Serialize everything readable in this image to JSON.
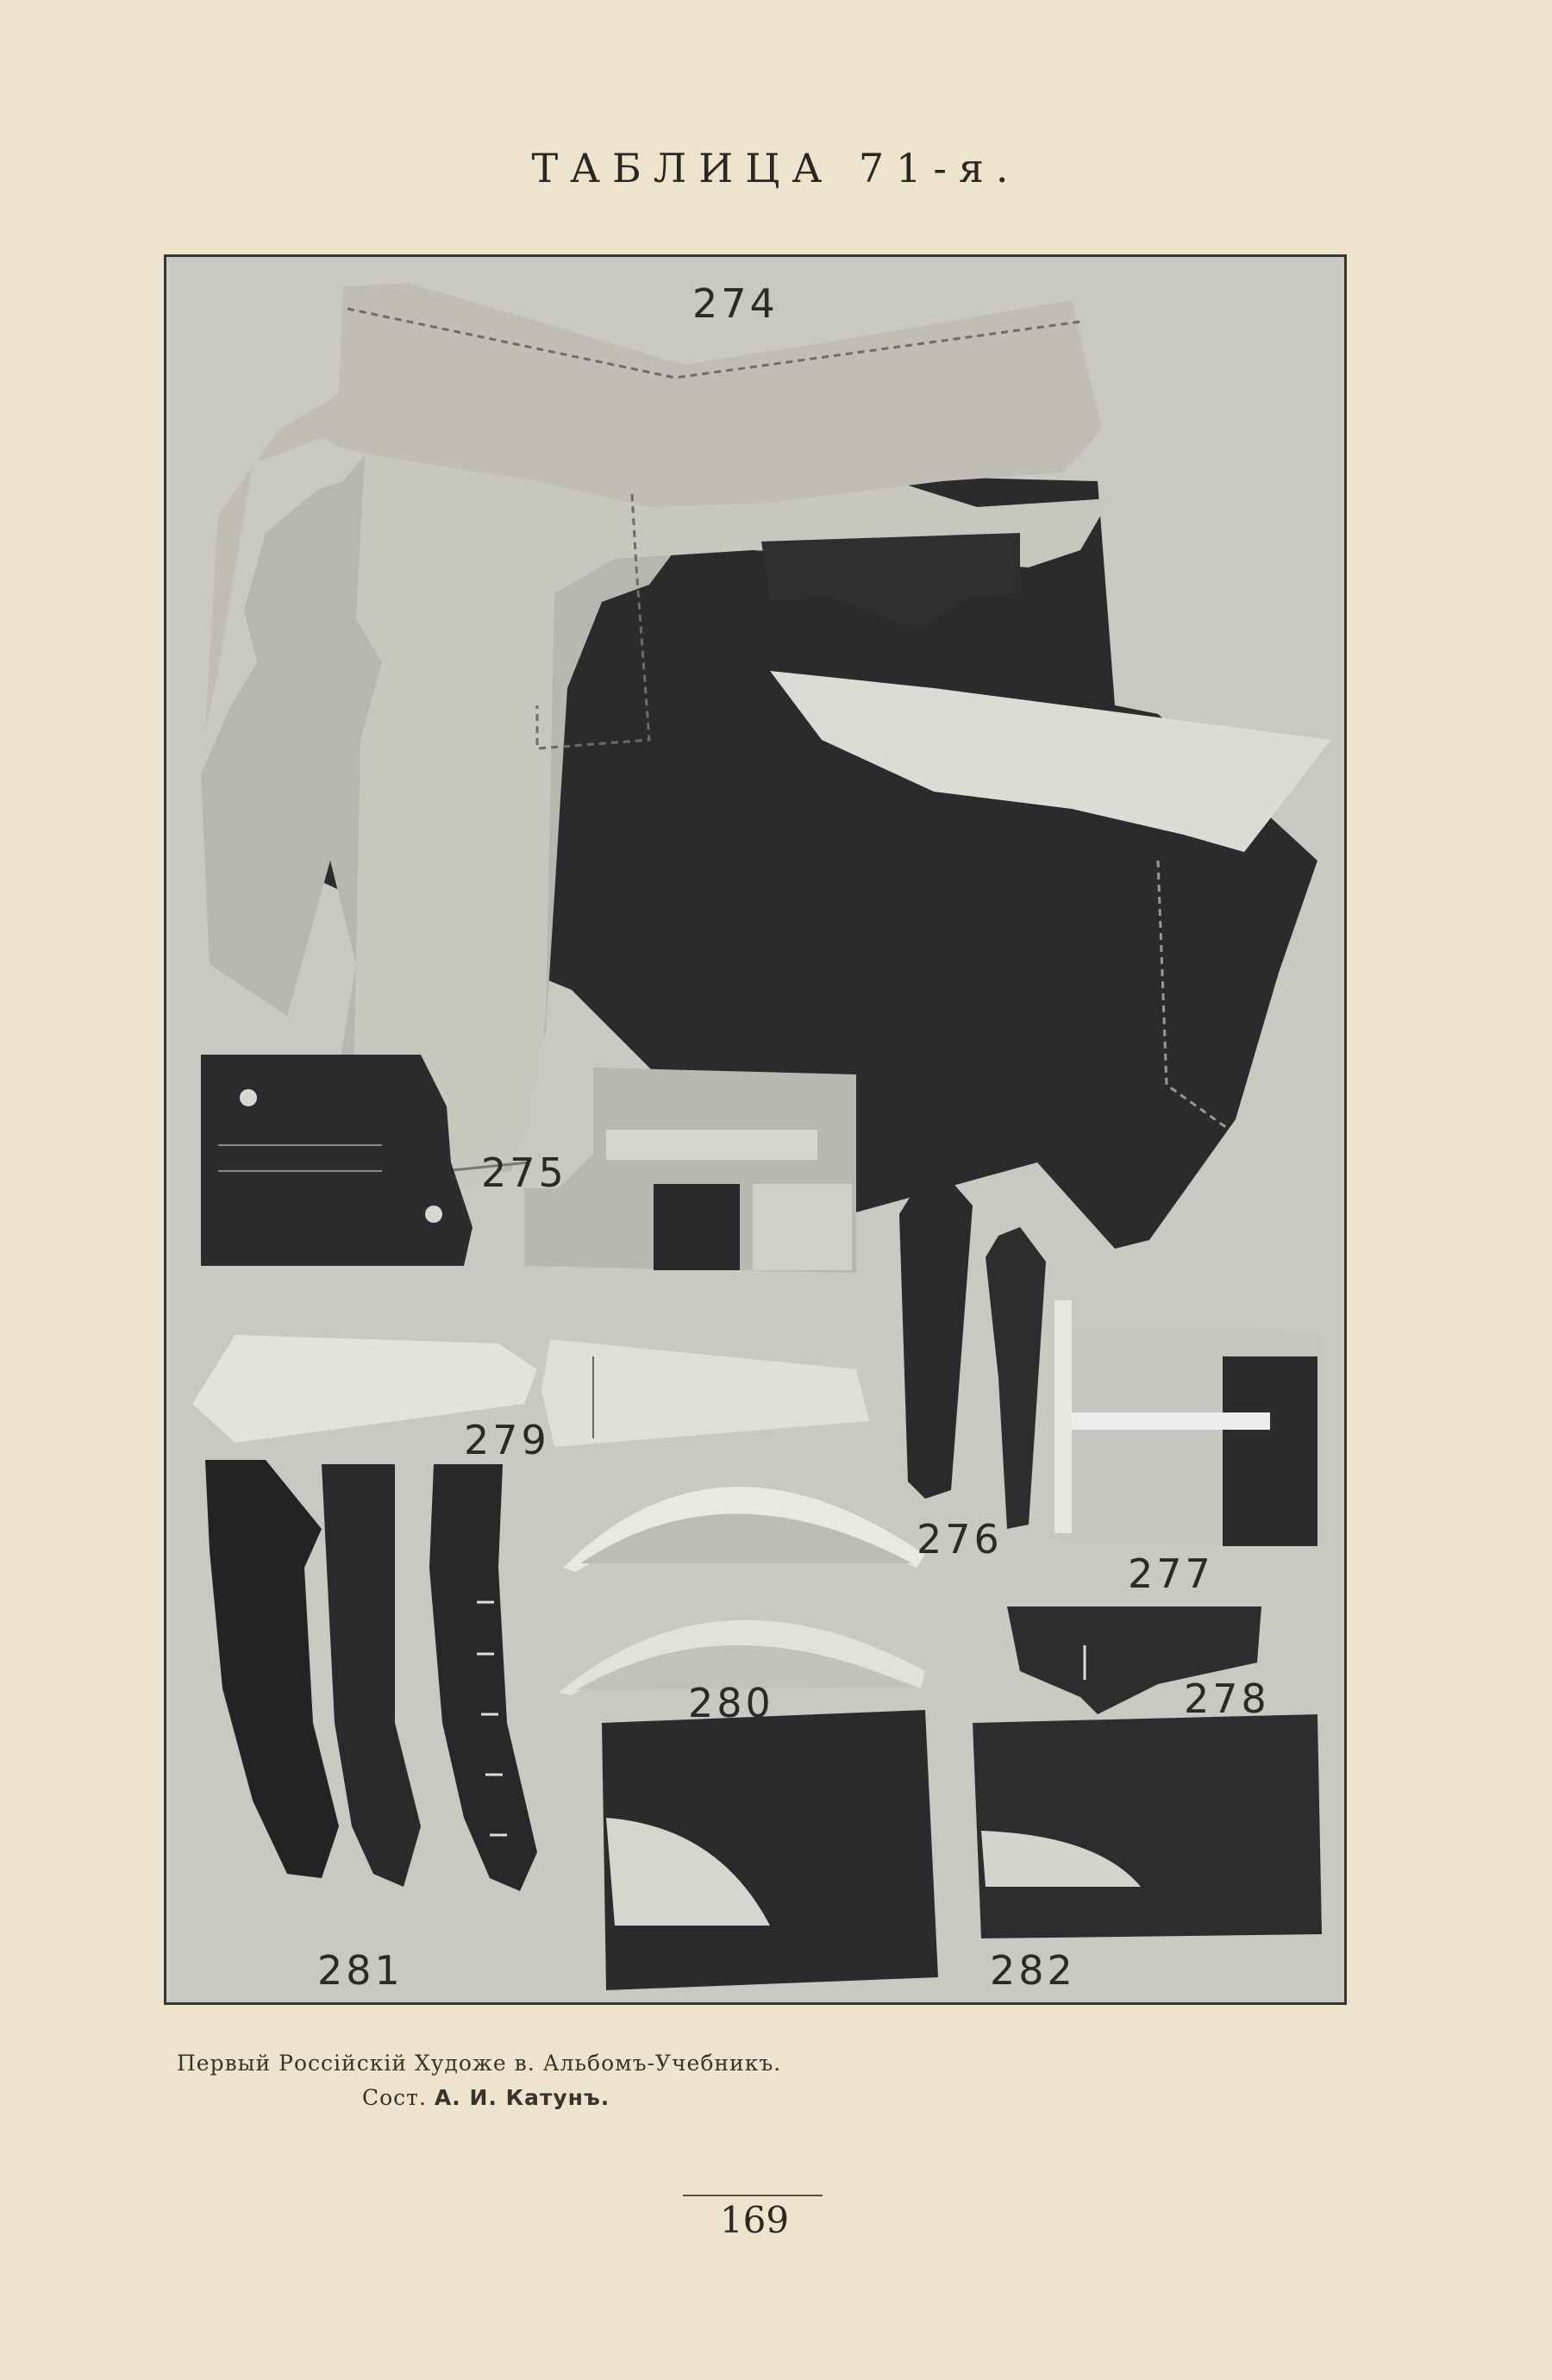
{
  "header": {
    "title": "ТАБЛИЦА 71-я."
  },
  "plate": {
    "figure_numbers": [
      "274",
      "275",
      "276",
      "277",
      "278",
      "279",
      "280",
      "281",
      "282"
    ]
  },
  "footer": {
    "caption_line1": "Первый Россiйскiй Художе   в. Альбомъ-Учебникъ.",
    "caption_line2_prefix": "Сост. ",
    "caption_line2_author": "А. И. Катунъ.",
    "page_number": "169"
  }
}
